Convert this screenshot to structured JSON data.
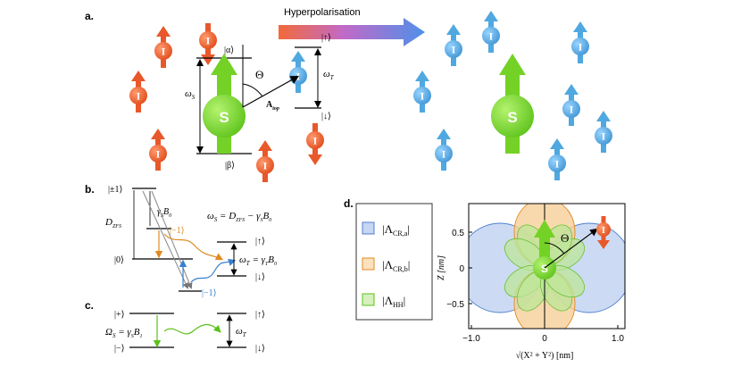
{
  "panels": {
    "a": "a.",
    "b": "b.",
    "c": "c.",
    "d": "d."
  },
  "colors": {
    "orange": "#e8582a",
    "blue": "#4fa8e0",
    "green": "#74d126",
    "legend_a": "#8fb2e8",
    "legend_b": "#f0b466",
    "legend_c": "#a8dc78"
  },
  "icons": {
    "nuclear_spin": "spin-arrow-icon",
    "electron_spin": "large-spin-arrow-icon"
  },
  "panel_a": {
    "hyperpolarisation": "Hyperpolarisation",
    "spin_label": "I",
    "electron_label": "S",
    "alpha": "|α⟩",
    "beta": "|β⟩",
    "omega_s": "ω",
    "omega_s_sub": "S",
    "omega_t": "ω",
    "omega_t_sub": "T",
    "theta": "Θ",
    "a_top": "A",
    "a_top_sub": "top",
    "up": "|↑⟩",
    "down": "|↓⟩"
  },
  "panel_b": {
    "pm1": "|±1⟩",
    "zero": "|0⟩",
    "minus1_top": "|−1⟩",
    "minus1_bottom": "|−1⟩",
    "dzfs": "D",
    "dzfs_sub": "ZFS",
    "gamma_b0": "γ",
    "gamma_b0_sub": "S",
    "gamma_b0_rest": "B",
    "gamma_b0_rest_sub": "0",
    "omega_s_eq": "ω",
    "omega_s_eq_sub": "S",
    "omega_s_eq_rhs1": " = D",
    "omega_s_eq_rhs1_sub": "ZFS",
    "omega_s_eq_rhs2": " − γ",
    "omega_s_eq_rhs2_sub": "S",
    "omega_s_eq_rhs3": "B",
    "omega_s_eq_rhs3_sub": "0",
    "omega_t_eq": "ω",
    "omega_t_eq_sub": "T",
    "omega_t_eq_rhs1": " = γ",
    "omega_t_eq_rhs1_sub": "T",
    "omega_t_eq_rhs2": "B",
    "omega_t_eq_rhs2_sub": "0",
    "up": "|↑⟩",
    "down": "|↓⟩"
  },
  "panel_c": {
    "plus": "|+⟩",
    "minus": "|−⟩",
    "Omega": "Ω",
    "Omega_sub": "S",
    "Omega_rhs": " = γ",
    "Omega_rhs_sub": "S",
    "Omega_rhs2": "B",
    "Omega_rhs2_sub": "1",
    "omega_t": "ω",
    "omega_t_sub": "T",
    "up": "|↑⟩",
    "down": "|↓⟩"
  },
  "legend": {
    "items": [
      {
        "main": "|Λ",
        "sub": "CR,a",
        "tail": "|"
      },
      {
        "main": "|Λ",
        "sub": "CR,b",
        "tail": "|"
      },
      {
        "main": "|Λ",
        "sub": "HH",
        "tail": "|"
      }
    ]
  },
  "plot": {
    "y_label": "Z [nm]",
    "x_label": "√(X² + Y²) [nm]",
    "y_ticks": [
      "0.5",
      "0",
      "−0.5"
    ],
    "x_ticks": [
      "−1.0",
      "0",
      "1.0"
    ],
    "theta": "Θ",
    "spin_label": "I",
    "electron_label": "S"
  }
}
